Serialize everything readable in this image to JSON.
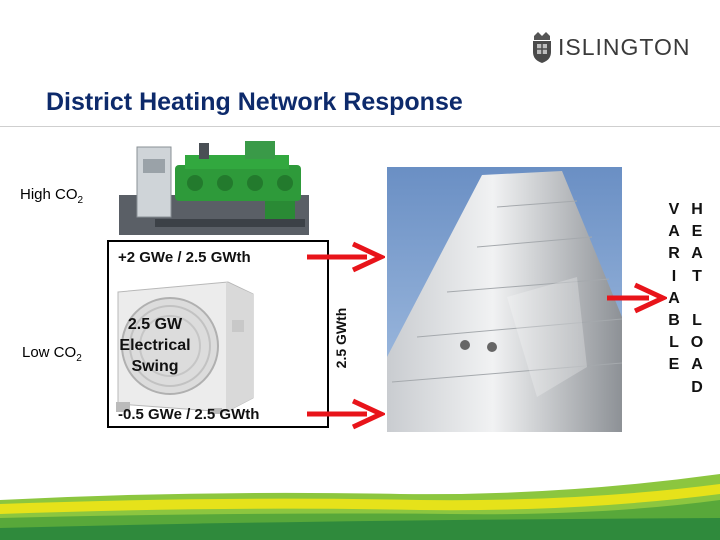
{
  "logo": {
    "text": "ISLINGTON",
    "icon": "coat-of-arms-icon"
  },
  "title": "District Heating Network Response",
  "high_co2": {
    "prefix": "High CO",
    "sub": "2"
  },
  "low_co2": {
    "prefix": "Low CO",
    "sub": "2"
  },
  "chp_output": "+2 GWe / 2.5 GWth",
  "heatpump_output": "-0.5 GWe / 2.5 GWth",
  "heatpump_label": [
    "2.5 GW",
    "Electrical",
    "Swing"
  ],
  "store_label": "2.5 GWth",
  "variable_letters": [
    "V",
    "A",
    "R",
    "I",
    "A",
    "B",
    "L",
    "E"
  ],
  "heat_letters": [
    "H",
    "E",
    "A",
    "T",
    "",
    "L",
    "O",
    "A",
    "D"
  ],
  "colors": {
    "title": "#0d2a6b",
    "arrow": "#e8141a",
    "engine": "#2e9a3a",
    "footer_green": "#8cc63f",
    "footer_yellow": "#e6e21a"
  },
  "icons": [
    "gas-engine-chp-image",
    "heat-pump-unit-image",
    "thermal-store-tank-image",
    "arrow-right-icon"
  ]
}
